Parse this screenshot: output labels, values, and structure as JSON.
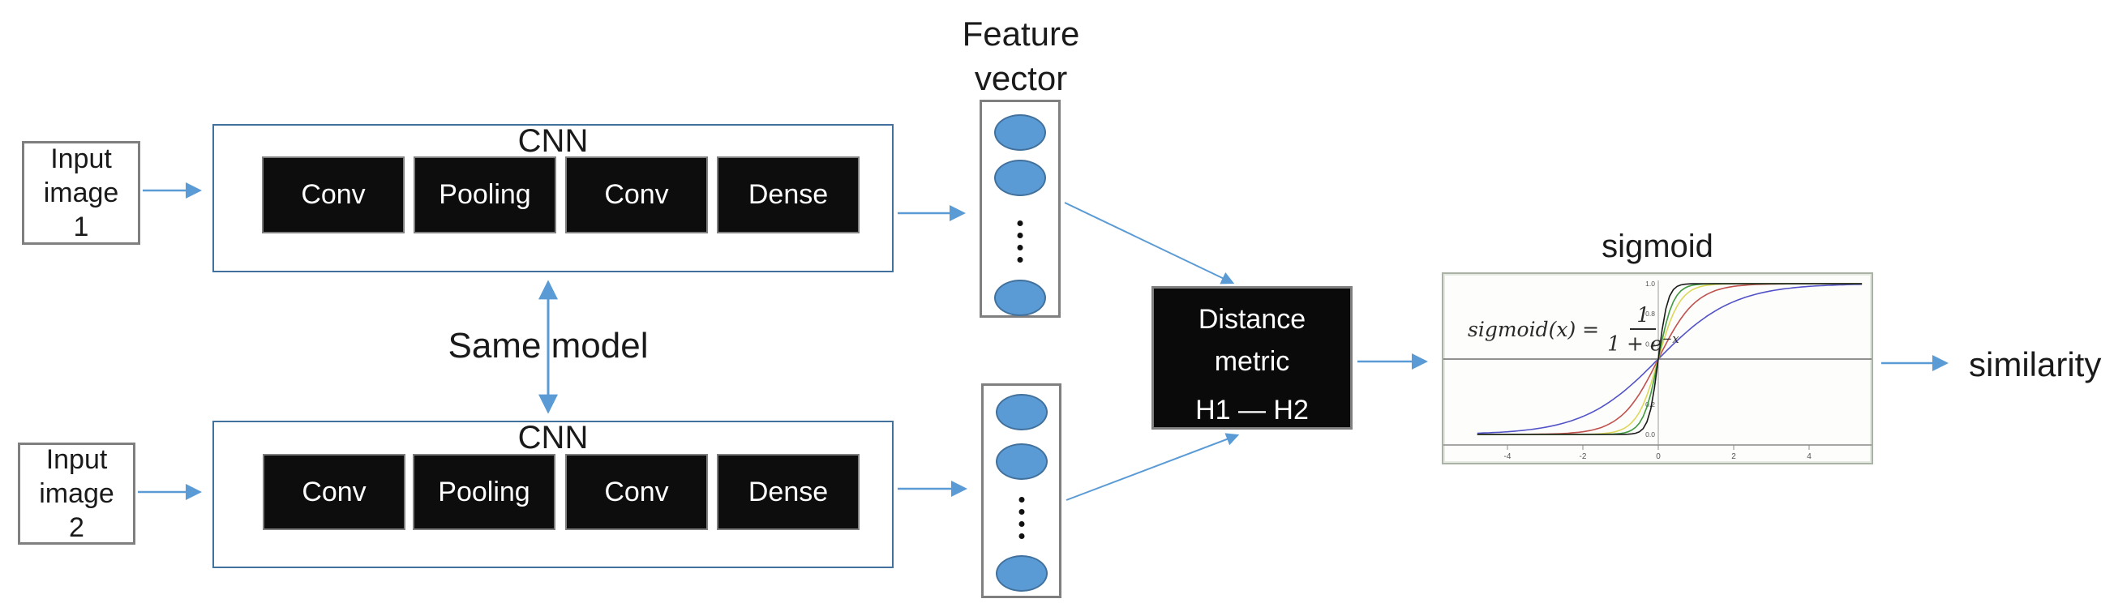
{
  "diagram": {
    "inputs": [
      {
        "lines": [
          "Input",
          "image",
          "1"
        ]
      },
      {
        "lines": [
          "Input",
          "image",
          "2"
        ]
      }
    ],
    "cnn_top": {
      "label": "CNN",
      "layers": [
        "Conv",
        "Pooling",
        "Conv",
        "Dense"
      ]
    },
    "cnn_bottom": {
      "label": "CNN",
      "layers": [
        "Conv",
        "Pooling",
        "Conv",
        "Dense"
      ]
    },
    "same_model_label": "Same model",
    "feature_vector": {
      "line1": "Feature",
      "line2": "vector"
    },
    "distance_box": {
      "line1": "Distance",
      "line2": "metric",
      "line3": "H1 — H2"
    },
    "output_label": "similarity",
    "colors": {
      "arrow": "#5b9bd5",
      "cnn_border": "#41719c",
      "gray_border": "#7f7f7f",
      "layer_box_fill": "#0d0d0d",
      "ellipse_fill": "#5b9bd5",
      "ellipse_stroke": "#41719c"
    }
  },
  "chart_data": {
    "type": "line",
    "title": "sigmoid",
    "formula": "sigmoid(x) = 1 / (1 + e^(-x))",
    "formula_parts": {
      "lhs": "sigmoid(x) =",
      "numerator": "1",
      "den_base": "1 + e",
      "den_exp": "−x"
    },
    "xlabel": "",
    "ylabel": "",
    "x_range": [
      -4.8,
      5.4
    ],
    "y_range": [
      0.0,
      1.0
    ],
    "x_ticks": [
      -4,
      -2,
      0,
      2,
      4
    ],
    "y_ticks": [
      1.0,
      0.8,
      0.6,
      0.2,
      0.0
    ],
    "midline_y": 0.5,
    "crossing_point": {
      "x": 0,
      "y": 0.5
    },
    "grid": false,
    "legend": "none",
    "series": [
      {
        "name": "sigmoid slope 1 (shallowest)",
        "slope": 1,
        "color": "#5252c8"
      },
      {
        "name": "sigmoid slope 2",
        "slope": 2,
        "color": "#c0504d"
      },
      {
        "name": "sigmoid slope 3.5",
        "slope": 3.5,
        "color": "#ddd75a"
      },
      {
        "name": "sigmoid slope 5",
        "slope": 5,
        "color": "#3f9b3f"
      },
      {
        "name": "sigmoid slope 8 (steepest)",
        "slope": 8,
        "color": "#1a1a1a"
      }
    ]
  }
}
